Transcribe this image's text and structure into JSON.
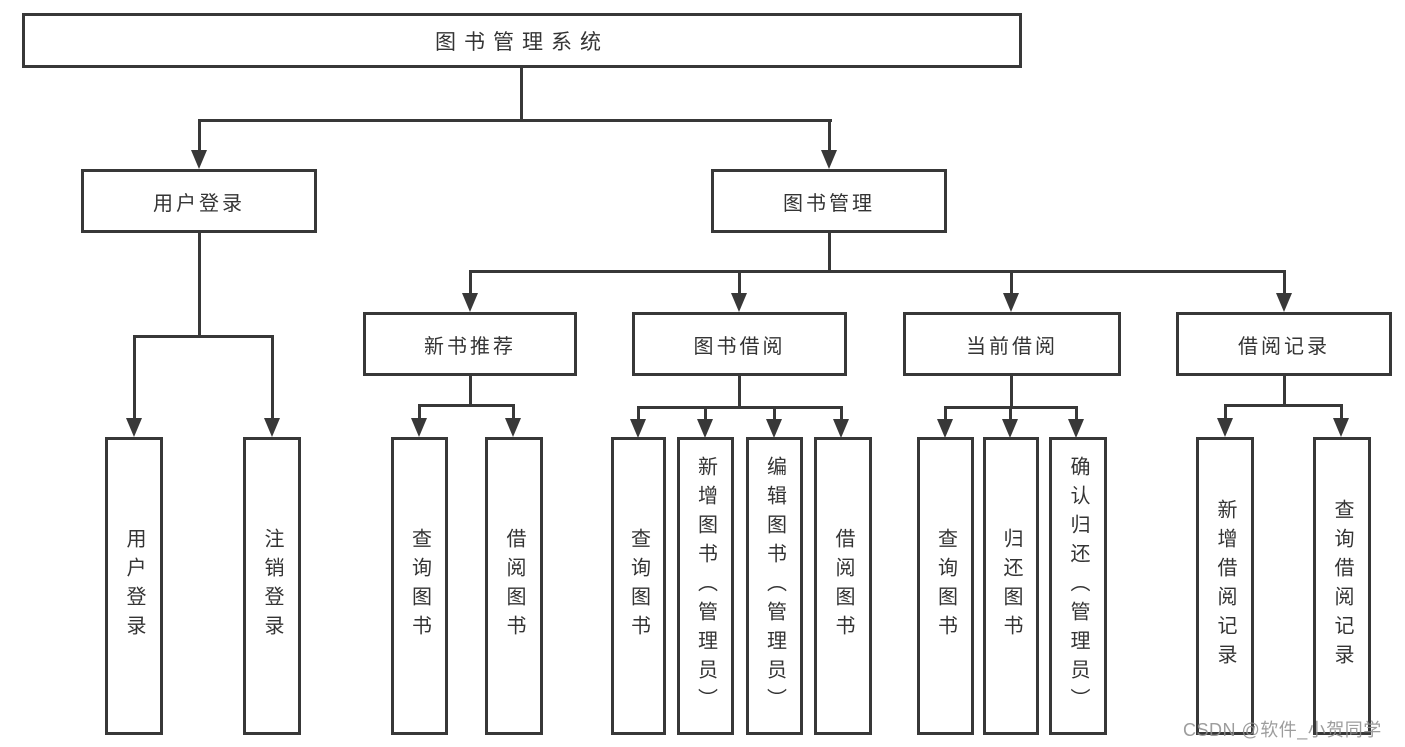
{
  "diagram": {
    "root": {
      "label": "图书管理系统"
    },
    "level1": [
      {
        "id": "user-login-branch",
        "label": "用户登录"
      },
      {
        "id": "book-management-branch",
        "label": "图书管理"
      }
    ],
    "level2": [
      {
        "id": "new-book-recommend",
        "label": "新书推荐"
      },
      {
        "id": "book-borrow",
        "label": "图书借阅"
      },
      {
        "id": "current-borrow",
        "label": "当前借阅"
      },
      {
        "id": "borrow-records",
        "label": "借阅记录"
      }
    ],
    "leaves": [
      {
        "id": "user-login",
        "label": "用户登录"
      },
      {
        "id": "logout",
        "label": "注销登录"
      },
      {
        "id": "query-books-1",
        "label": "查询图书"
      },
      {
        "id": "borrow-books-1",
        "label": "借阅图书"
      },
      {
        "id": "query-books-2",
        "label": "查询图书"
      },
      {
        "id": "add-books-admin",
        "label": "新增图书（管理员）"
      },
      {
        "id": "edit-books-admin",
        "label": "编辑图书（管理员）"
      },
      {
        "id": "borrow-books-2",
        "label": "借阅图书"
      },
      {
        "id": "query-books-3",
        "label": "查询图书"
      },
      {
        "id": "return-books",
        "label": "归还图书"
      },
      {
        "id": "confirm-return-admin",
        "label": "确认归还（管理员）"
      },
      {
        "id": "add-borrow-record",
        "label": "新增借阅记录"
      },
      {
        "id": "query-borrow-record",
        "label": "查询借阅记录"
      }
    ],
    "watermark": "CSDN @软件_小贺同学",
    "colors": {
      "line": "#383838",
      "box_border": "#383838",
      "text": "#343434",
      "background": "#ffffff",
      "watermark": "#8f8f8f"
    }
  }
}
